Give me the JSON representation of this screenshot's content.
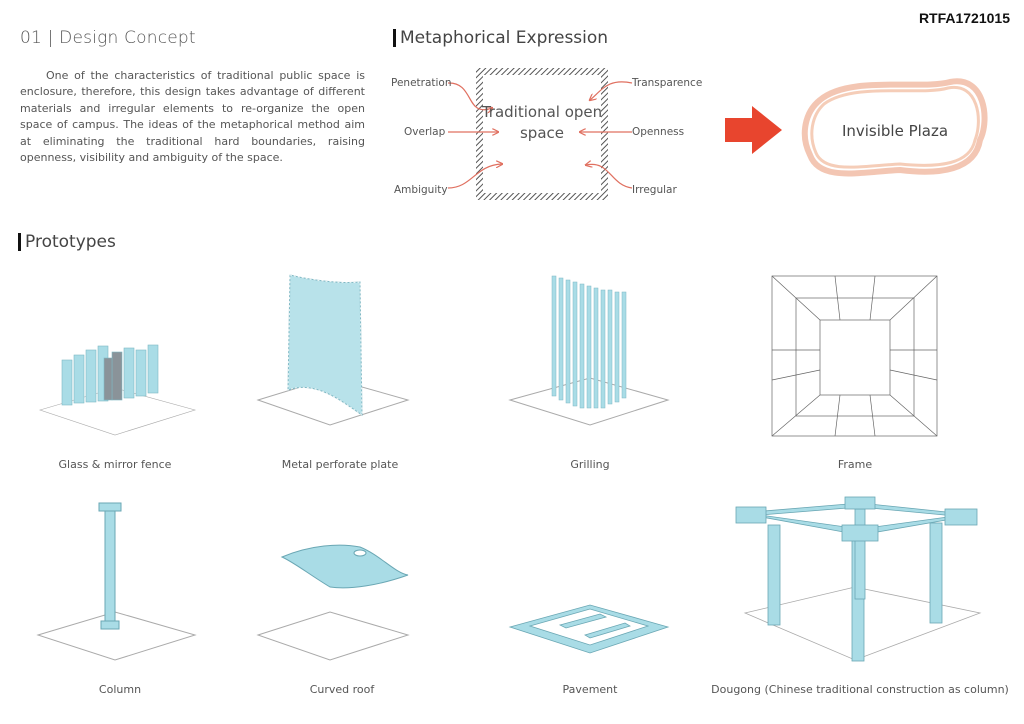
{
  "project_code": "RTFA1721015",
  "design_concept": {
    "title": "01 | Design Concept",
    "body": "One of the characteristics of  traditional public space is enclosure, therefore, this design takes advantage of different materials and irregular elements to re-organize the open space of campus. The ideas of the metaphorical method aim at eliminating the traditional hard boundaries, raising openness, visibility and ambiguity of the space."
  },
  "metaphorical": {
    "title": "Metaphorical Expression",
    "center": "Traditional open space",
    "left_labels": [
      "Penetration",
      "Overlap",
      "Ambiguity"
    ],
    "right_labels": [
      "Transparence",
      "Openness",
      "Irregular"
    ],
    "result": "Invisible Plaza",
    "accent": "#e8452e"
  },
  "prototypes": {
    "title": "Prototypes",
    "items": [
      {
        "label": "Glass & mirror fence"
      },
      {
        "label": "Metal perforate plate"
      },
      {
        "label": "Grilling"
      },
      {
        "label": "Frame"
      },
      {
        "label": "Column"
      },
      {
        "label": "Curved roof"
      },
      {
        "label": "Pavement"
      },
      {
        "label": "Dougong (Chinese traditional construction as column)"
      }
    ],
    "model_color": "#a9dce6"
  }
}
